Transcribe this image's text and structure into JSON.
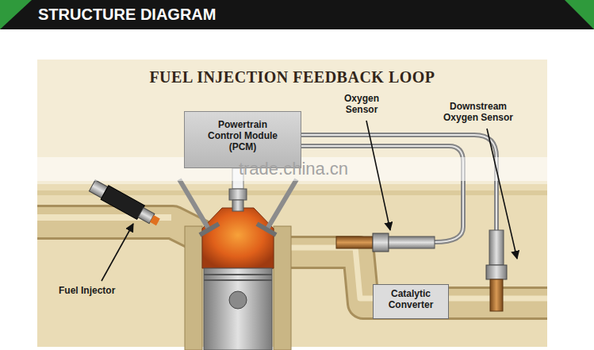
{
  "diagram": {
    "title": "FUEL INJECTION FEEDBACK LOOP",
    "nodes": [
      {
        "text": [
          "Powertrain Control Module (PCM)"
        ]
      },
      {
        "text": [
          "Catalytic Converter"
        ]
      }
    ],
    "labels": [
      "STRUCTURE DIAGRAM",
      "Oxygen Sensor",
      "Downstream Oxygen Sensor",
      "Fuel Injector",
      "trade.china.cn"
    ]
  }
}
